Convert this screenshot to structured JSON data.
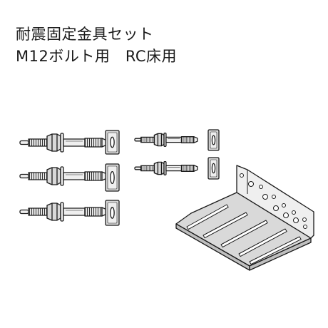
{
  "product": {
    "title_line1": "耐震固定金具セット",
    "title_line2": "M12ボルト用　RC床用"
  },
  "colors": {
    "ink": "#1a1a1a",
    "metal": "#d9d9d9",
    "metal_light": "#efefef"
  },
  "illustration": {
    "parts": [
      "anchor-bolt",
      "anchor-bolt",
      "anchor-bolt",
      "anchor-bolt",
      "anchor-bolt",
      "square-washer",
      "square-washer",
      "square-washer",
      "square-washer",
      "square-washer",
      "l-bracket"
    ]
  }
}
